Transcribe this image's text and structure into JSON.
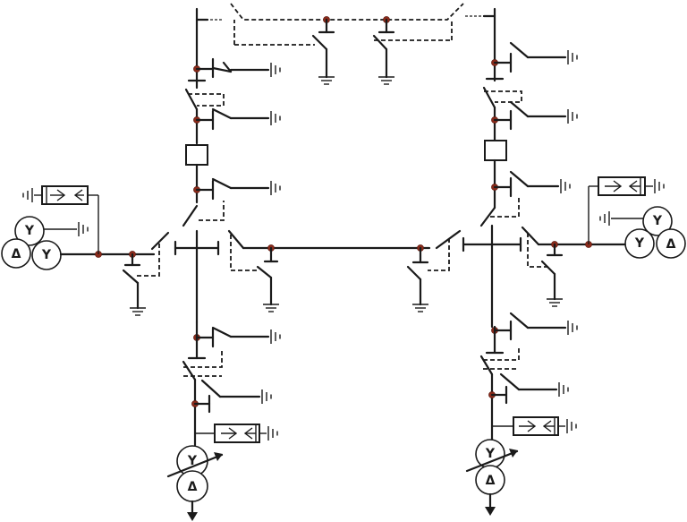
{
  "diagram": {
    "kind": "single-line substation switching schematic",
    "colors": {
      "line": "#1a1a1a",
      "junction_dot": "#8a2a1a",
      "background": "#ffffff"
    },
    "winding_symbols": {
      "wye": "Y",
      "delta": "Δ"
    },
    "icon_names": [
      "ground-icon",
      "disconnect-switch-icon",
      "circuit-breaker-icon",
      "transformer-icon",
      "arrester-icon",
      "junction-dot-icon",
      "arrow-down-icon"
    ]
  }
}
